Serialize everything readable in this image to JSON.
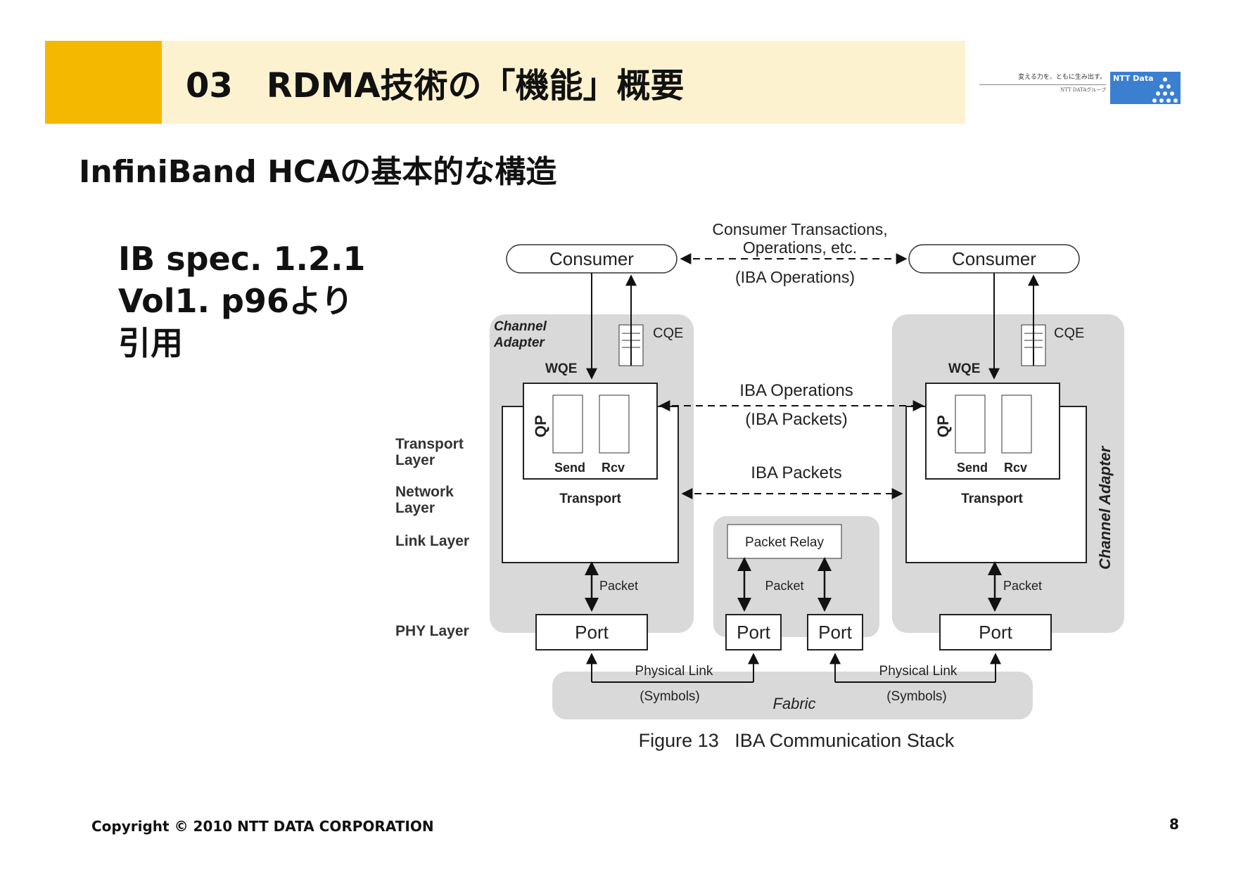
{
  "header": {
    "title": "03　RDMA技術の「機能」概要"
  },
  "logo": {
    "tagline": "変える力を、ともに生み出す。",
    "group": "NTT DATAグループ",
    "mark": "NTT Data"
  },
  "subtitle": "InfiniBand HCAの基本的な構造",
  "source_note": [
    "IB spec. 1.2.1",
    "Vol1. p96より",
    "引用"
  ],
  "diagram": {
    "consumer_transactions": "Consumer Transactions,",
    "operations_etc": "Operations, etc.",
    "iba_operations_paren": "(IBA Operations)",
    "consumer_left": "Consumer",
    "consumer_right": "Consumer",
    "channel_adapter_left": [
      "Channel",
      "Adapter"
    ],
    "channel_adapter_right": "Channel Adapter",
    "cqe_left": "CQE",
    "cqe_right": "CQE",
    "wqe_left": "WQE",
    "wqe_right": "WQE",
    "qp_left": "QP",
    "qp_right": "QP",
    "send_left": "Send",
    "rcv_left": "Rcv",
    "send_right": "Send",
    "rcv_right": "Rcv",
    "transport_left": "Transport",
    "transport_right": "Transport",
    "iba_operations": "IBA Operations",
    "iba_packets_paren": "(IBA Packets)",
    "iba_packets": "IBA Packets",
    "transport_layer": [
      "Transport",
      "Layer"
    ],
    "network_layer": [
      "Network",
      "Layer"
    ],
    "link_layer": "Link Layer",
    "phy_layer": "PHY Layer",
    "packet_relay": "Packet Relay",
    "packet_left": "Packet",
    "packet_middle": "Packet",
    "packet_right": "Packet",
    "port_1": "Port",
    "port_2": "Port",
    "port_3": "Port",
    "port_4": "Port",
    "physical_link_left": "Physical Link",
    "symbols_left": "(Symbols)",
    "physical_link_right": "Physical Link",
    "symbols_right": "(Symbols)",
    "fabric": "Fabric",
    "figure_caption": "Figure 13   IBA Communication Stack"
  },
  "footer": {
    "copyright": "Copyright © 2010 NTT DATA CORPORATION",
    "page": "8"
  }
}
